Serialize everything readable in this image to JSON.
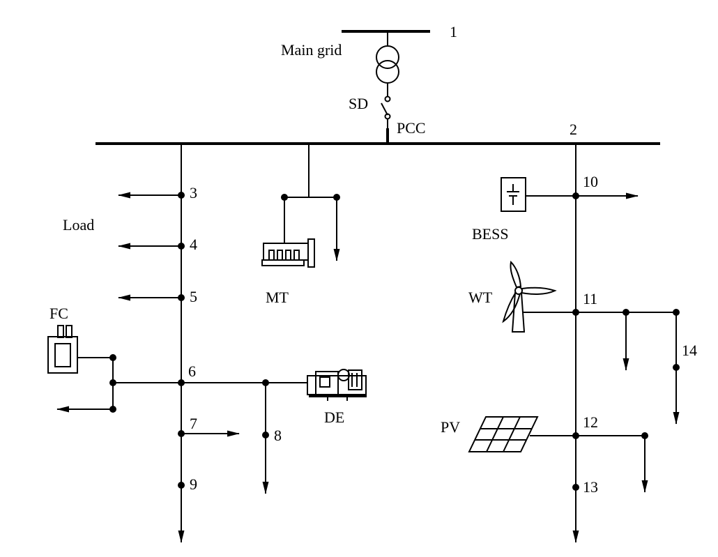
{
  "labels": {
    "bus_1": "1",
    "bus_2": "2",
    "node_3": "3",
    "node_4": "4",
    "node_5": "5",
    "node_6": "6",
    "node_7": "7",
    "node_8": "8",
    "node_9": "9",
    "node_10": "10",
    "node_11": "11",
    "node_12": "12",
    "node_13": "13",
    "node_14": "14",
    "main_grid": "Main grid",
    "sd": "SD",
    "pcc": "PCC",
    "load": "Load",
    "mt": "MT",
    "fc": "FC",
    "de": "DE",
    "bess": "BESS",
    "wt": "WT",
    "pv": "PV"
  },
  "components": [
    {
      "name": "transformer",
      "icon": "transformer-icon"
    },
    {
      "name": "static-disconnect-switch",
      "icon": "switch-icon"
    },
    {
      "name": "micro-turbine",
      "icon": "micro-turbine-icon"
    },
    {
      "name": "fuel-cell",
      "icon": "fuel-cell-icon"
    },
    {
      "name": "diesel-engine",
      "icon": "diesel-engine-icon"
    },
    {
      "name": "battery-energy-storage",
      "icon": "battery-icon"
    },
    {
      "name": "wind-turbine",
      "icon": "wind-turbine-icon"
    },
    {
      "name": "photovoltaic-panel",
      "icon": "solar-panel-icon"
    }
  ],
  "colors": {
    "line": "#000000",
    "background": "#ffffff"
  }
}
